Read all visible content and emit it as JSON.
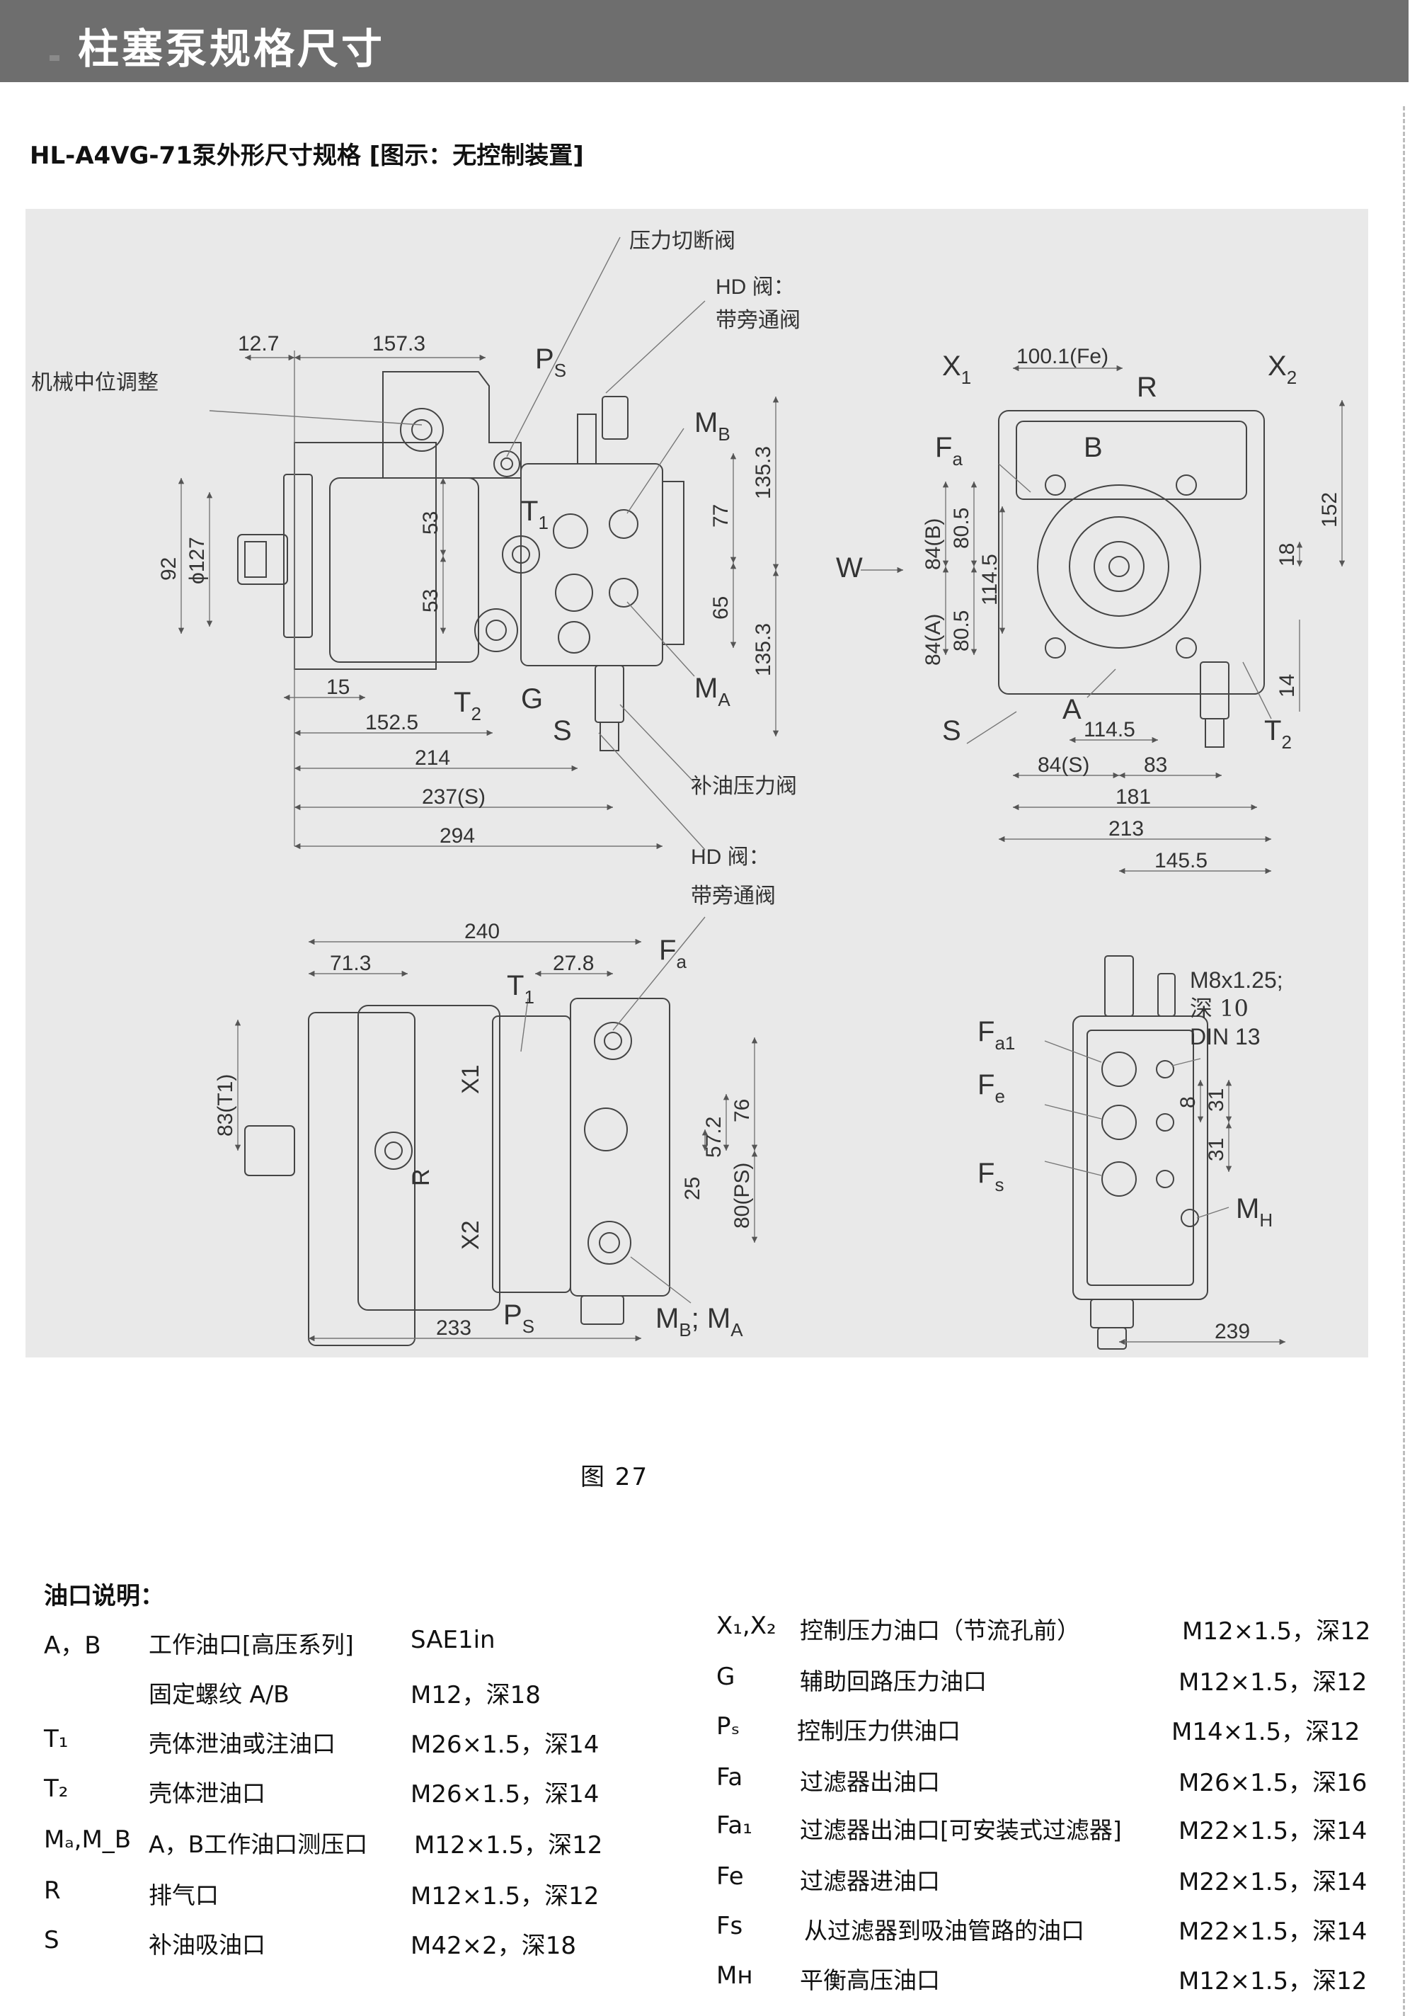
{
  "header": {
    "title": "柱塞泵规格尺寸"
  },
  "subtitle": "HL-A4VG-71泵外形尺寸规格 [图示：无控制装置]",
  "drawing": {
    "callouts": {
      "pressure_cutoff": "压力切断阀",
      "hd_valve_1": "HD 阀：",
      "bypass_1": "带旁通阀",
      "mech_zero": "机械中位调整",
      "boost_relief": "补油压力阀",
      "hd_valve_2": "HD 阀：",
      "bypass_2": "带旁通阀",
      "thread_note_1": "M8x1.25;",
      "thread_note_2": "深 10",
      "thread_note_3": "DIN 13"
    },
    "dims": {
      "d_12_7": "12.7",
      "d_157_3": "157.3",
      "d_135_3a": "135.3",
      "d_77": "77",
      "d_53a": "53",
      "d_53b": "53",
      "d_65": "65",
      "d_135_3b": "135.3",
      "d_127": "ϕ127",
      "d_92": "92",
      "d_15": "15",
      "d_152_5": "152.5",
      "d_214": "214",
      "d_237s": "237(S)",
      "d_294": "294",
      "d_100_1": "100.1(Fe)",
      "d_84b": "84(B)",
      "d_80_5a": "80.5",
      "d_114_5v": "114.5",
      "d_80_5b": "80.5",
      "d_84a": "84(A)",
      "d_152": "152",
      "d_18": "18",
      "d_14": "14",
      "d_114_5h": "114.5",
      "d_84s": "84(S)",
      "d_83": "83",
      "d_181": "181",
      "d_213": "213",
      "d_145_5": "145.5",
      "d_240": "240",
      "d_71_3": "71.3",
      "d_27_8": "27.8",
      "d_83t1": "83(T1)",
      "d_76": "76",
      "d_57_2": "57.2",
      "d_25": "25",
      "d_80ps": "80(PS)",
      "d_233": "233",
      "d_8": "8",
      "d_31a": "31",
      "d_31b": "31",
      "d_239": "239"
    },
    "ports": {
      "ps": "P",
      "ps_sub": "S",
      "mb": "M",
      "mb_sub": "B",
      "t1": "T",
      "t1_sub": "1",
      "t2": "T",
      "t2_sub": "2",
      "g": "G",
      "s": "S",
      "ma": "M",
      "ma_sub": "A",
      "x1": "X",
      "x1_sub": "1",
      "x2": "X",
      "x2_sub": "2",
      "r": "R",
      "b": "B",
      "fa": "F",
      "fa_sub": "a",
      "w": "W",
      "s2": "S",
      "a": "A",
      "t2b": "T",
      "t2b_sub": "2",
      "t1c": "T",
      "t1c_sub": "1",
      "fa2": "F",
      "fa2_sub": "a",
      "x1c": "X1",
      "x2c": "X2",
      "rc": "R",
      "ps2": "P",
      "ps2_sub": "S",
      "mbma": "M",
      "mbma_sub1": "B",
      "mbma_mid": "; M",
      "mbma_sub2": "A",
      "fa1": "F",
      "fa1_sub": "a1",
      "fe": "F",
      "fe_sub": "e",
      "fs": "F",
      "fs_sub": "s",
      "mh": "M",
      "mh_sub": "H"
    }
  },
  "figure_caption": "图   27",
  "legend": {
    "title": "油口说明：",
    "left": [
      {
        "port": "A，B",
        "desc": "工作油口[高压系列]",
        "spec": "SAE1in"
      },
      {
        "port": "",
        "desc": "固定螺纹 A/B",
        "spec": "M12，深18"
      },
      {
        "port": "T₁",
        "desc": "壳体泄油或注油口",
        "spec": "M26×1.5，深14"
      },
      {
        "port": "T₂",
        "desc": "壳体泄油口",
        "spec": "M26×1.5，深14"
      },
      {
        "port": "Mₐ,M_B",
        "desc": "A，B工作油口测压口",
        "spec": "M12×1.5，深12"
      },
      {
        "port": "R",
        "desc": "排气口",
        "spec": "M12×1.5，深12"
      },
      {
        "port": "S",
        "desc": "补油吸油口",
        "spec": "M42×2，深18"
      }
    ],
    "right": [
      {
        "port": "X₁,X₂",
        "desc": "控制压力油口（节流孔前）",
        "spec": "M12×1.5，深12"
      },
      {
        "port": "G",
        "desc": "辅助回路压力油口",
        "spec": "M12×1.5，深12"
      },
      {
        "port": "Pₛ",
        "desc": "控制压力供油口",
        "spec": "M14×1.5，深12"
      },
      {
        "port": "Fa",
        "desc": "过滤器出油口",
        "spec": "M26×1.5，深16"
      },
      {
        "port": "Fa₁",
        "desc": "过滤器出油口[可安装式过滤器]",
        "spec": "M22×1.5，深14"
      },
      {
        "port": "Fe",
        "desc": "过滤器进油口",
        "spec": "M22×1.5，深14"
      },
      {
        "port": "Fs",
        "desc": "从过滤器到吸油管路的油口",
        "spec": "M22×1.5，深14"
      },
      {
        "port": "Mн",
        "desc": "平衡高压油口",
        "spec": "M12×1.5，深12"
      }
    ]
  }
}
